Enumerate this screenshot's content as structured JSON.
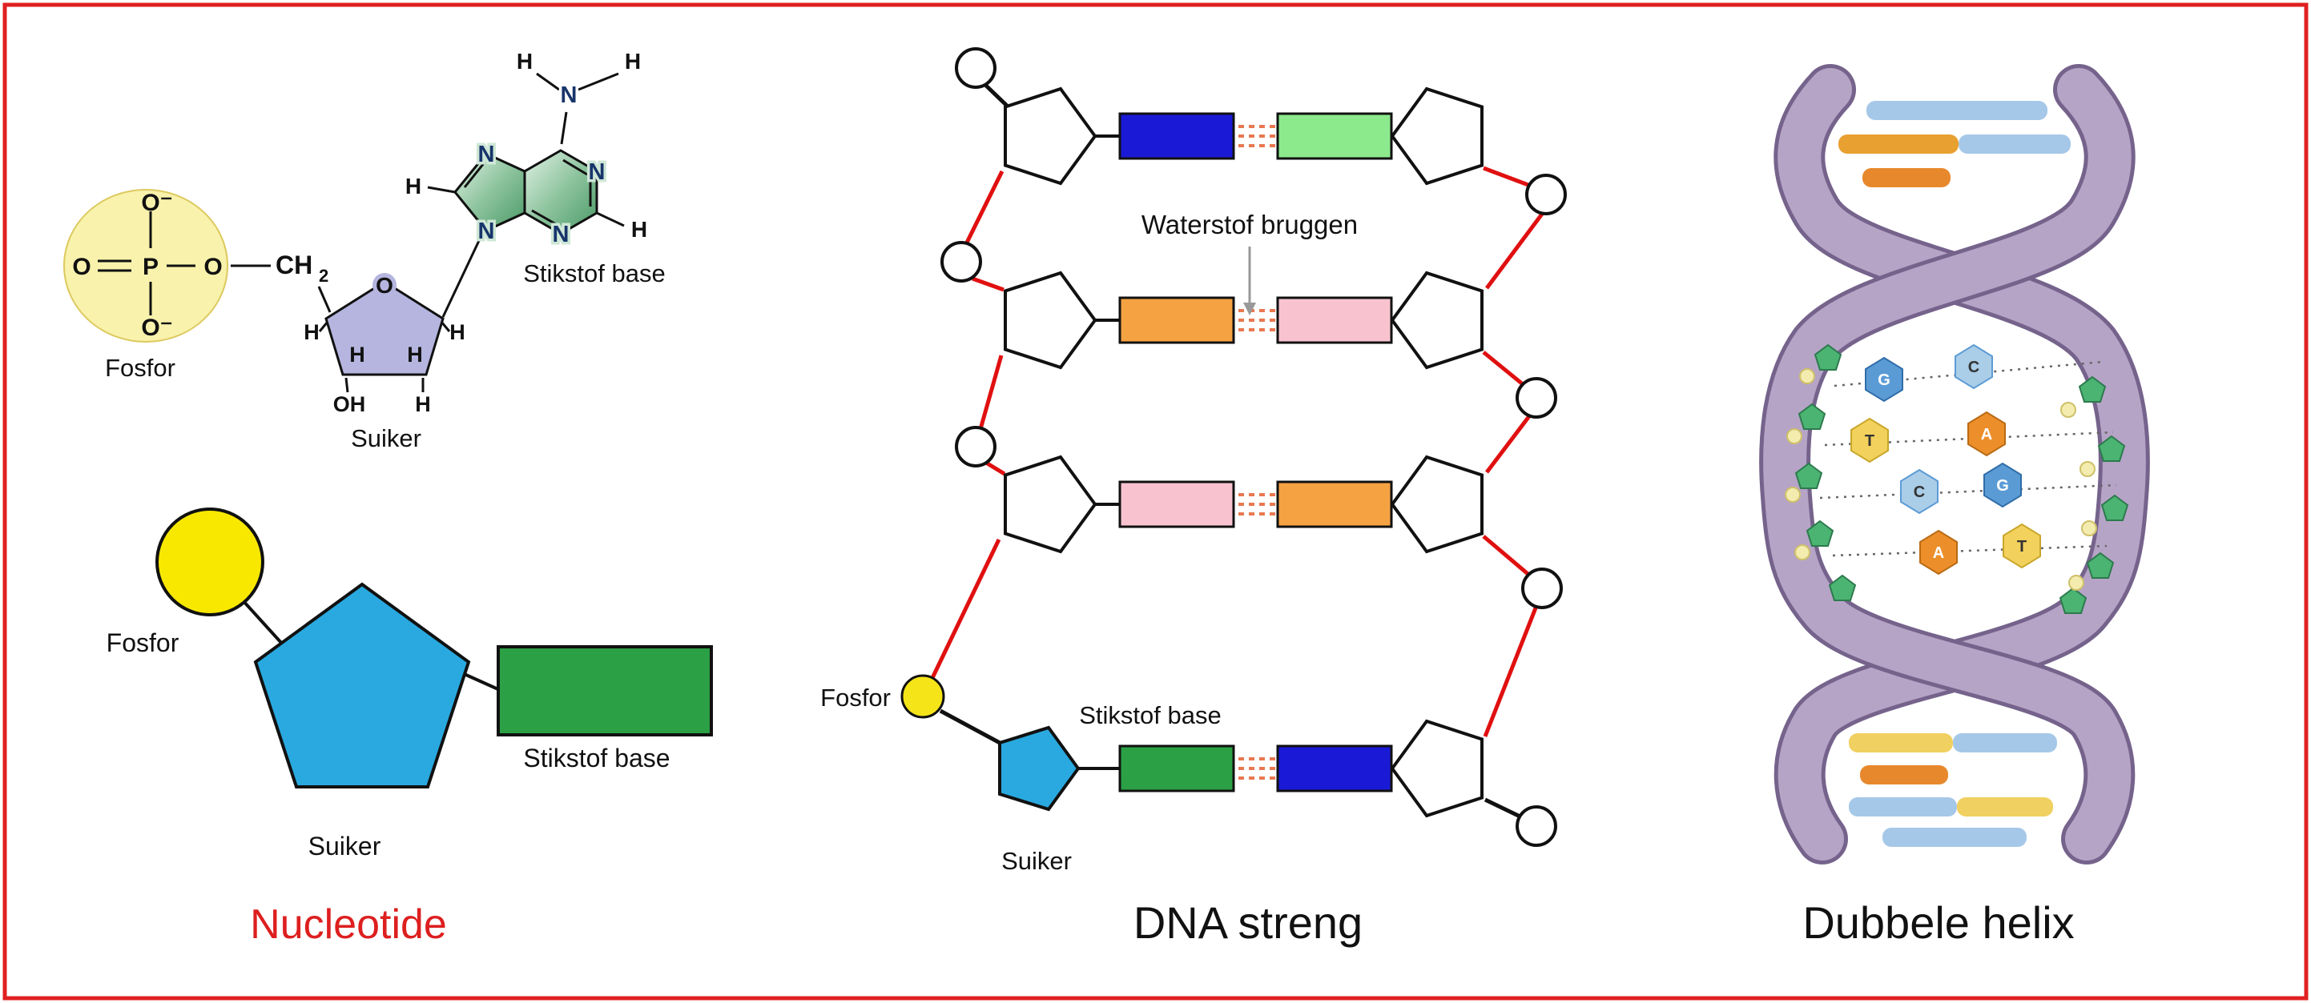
{
  "nucleotide": {
    "caption": "Nucleotide",
    "labels": {
      "fosfor": "Fosfor",
      "suiker": "Suiker",
      "base": "Stikstof base"
    },
    "schematic_labels": {
      "fosfor": "Fosfor",
      "suiker": "Suiker",
      "base": "Stikstof base"
    },
    "atoms": {
      "o_minus": "O⁻",
      "o": "O",
      "p": "P",
      "ch": "CH",
      "ch_sub": "2",
      "oh": "OH",
      "h": "H",
      "n": "N"
    }
  },
  "dna": {
    "caption": "DNA streng",
    "waterstof": "Waterstof bruggen",
    "fosfor": "Fosfor",
    "base": "Stikstof base",
    "suiker": "Suiker",
    "rows": [
      {
        "left": "#1a1ad6",
        "right": "#8ce98c"
      },
      {
        "left": "#f5a243",
        "right": "#f8c3cf"
      },
      {
        "left": "#f8c3cf",
        "right": "#f5a243"
      },
      {
        "left": "#2ca044",
        "right": "#1a1ad6"
      }
    ]
  },
  "helix": {
    "caption": "Dubbele helix",
    "pairs": [
      {
        "left": "G",
        "right": "C"
      },
      {
        "left": "T",
        "right": "A"
      },
      {
        "left": "C",
        "right": "G"
      },
      {
        "left": "A",
        "right": "T"
      }
    ]
  },
  "colors": {
    "border": "#e02020",
    "caption_red": "#dd1f1f",
    "phosphate_yellow": "#f8e800",
    "sugar_blue": "#29a9e0",
    "base_green": "#2ca044"
  }
}
